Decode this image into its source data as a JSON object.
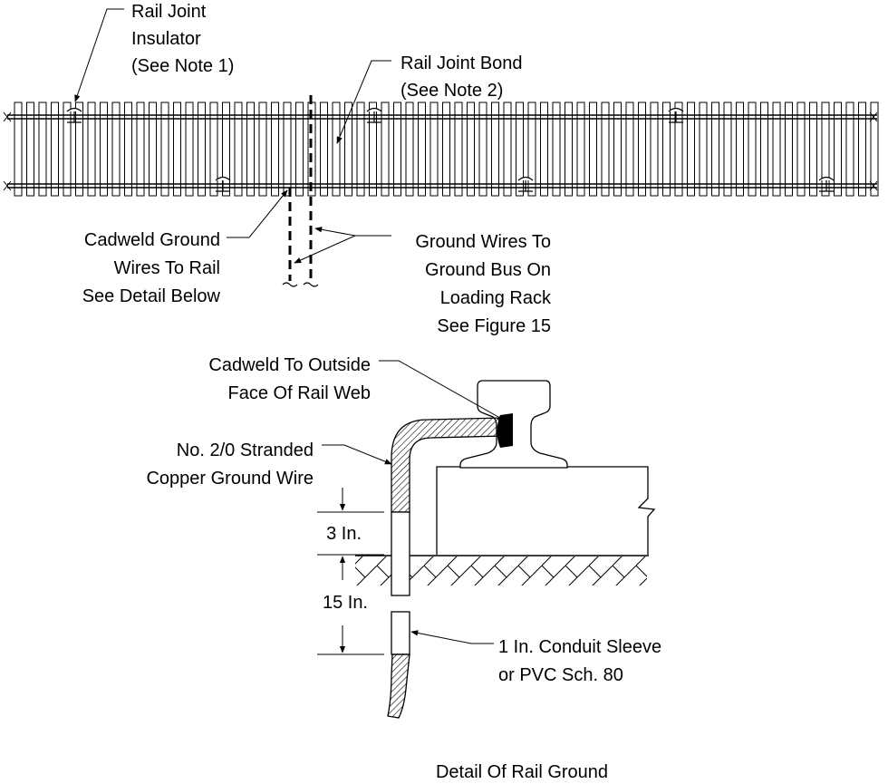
{
  "labels": {
    "rail_joint_insulator": [
      "Rail Joint",
      "Insulator",
      "(See Note 1)"
    ],
    "rail_joint_bond": [
      "Rail Joint Bond",
      "(See Note 2)"
    ],
    "cadweld_ground_wires": [
      "Cadweld Ground",
      "Wires To Rail",
      "See Detail Below"
    ],
    "ground_wires_to_bus": [
      "Ground Wires To",
      "Ground Bus On",
      "Loading Rack",
      "See Figure 15"
    ],
    "cadweld_outside_face": [
      "Cadweld To Outside",
      "Face Of Rail Web"
    ],
    "stranded_copper_wire": [
      "No. 2/0 Stranded",
      "Copper Ground Wire"
    ],
    "dim_3in": "3 In.",
    "dim_15in": "15 In.",
    "conduit_sleeve": [
      "1 In. Conduit Sleeve",
      "or PVC Sch. 80"
    ],
    "caption": "Detail Of Rail Ground"
  },
  "colors": {
    "ink": "#000000",
    "paper": "#ffffff"
  }
}
